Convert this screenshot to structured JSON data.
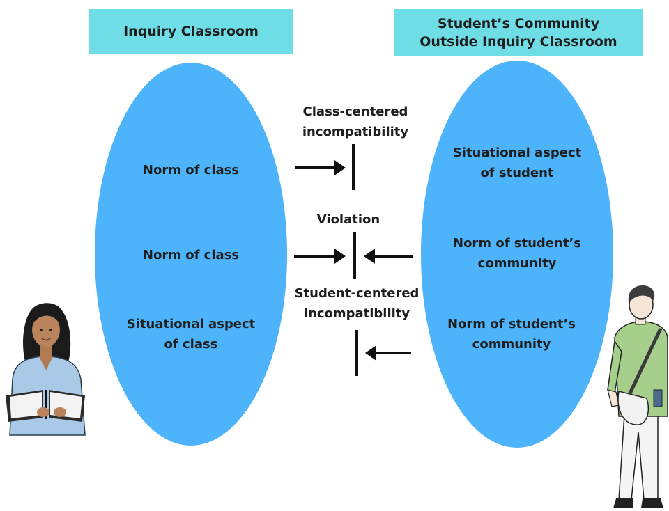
{
  "headers": {
    "left": "Inquiry Classroom",
    "right_line1": "Student’s Community",
    "right_line2": "Outside Inquiry Classroom"
  },
  "left_oval": {
    "items": [
      {
        "line1": "Norm of class",
        "line2": ""
      },
      {
        "line1": "Norm of class",
        "line2": ""
      },
      {
        "line1": "Situational aspect",
        "line2": "of class"
      }
    ]
  },
  "right_oval": {
    "items": [
      {
        "line1": "Situational aspect",
        "line2": "of student"
      },
      {
        "line1": "Norm of student’s",
        "line2": "community"
      },
      {
        "line1": "Norm of student’s",
        "line2": "community"
      }
    ]
  },
  "connectors": {
    "class_centered": {
      "line1": "Class-centered",
      "line2": "incompatibility"
    },
    "violation": "Violation",
    "student_centered": {
      "line1": "Student-centered",
      "line2": "incompatibility"
    }
  },
  "colors": {
    "header_bg": "#6fdde6",
    "oval_fill": "#4db3fa",
    "arrow": "#111111"
  },
  "icons": [
    "teacher-reading-illustration",
    "student-with-bag-illustration"
  ]
}
